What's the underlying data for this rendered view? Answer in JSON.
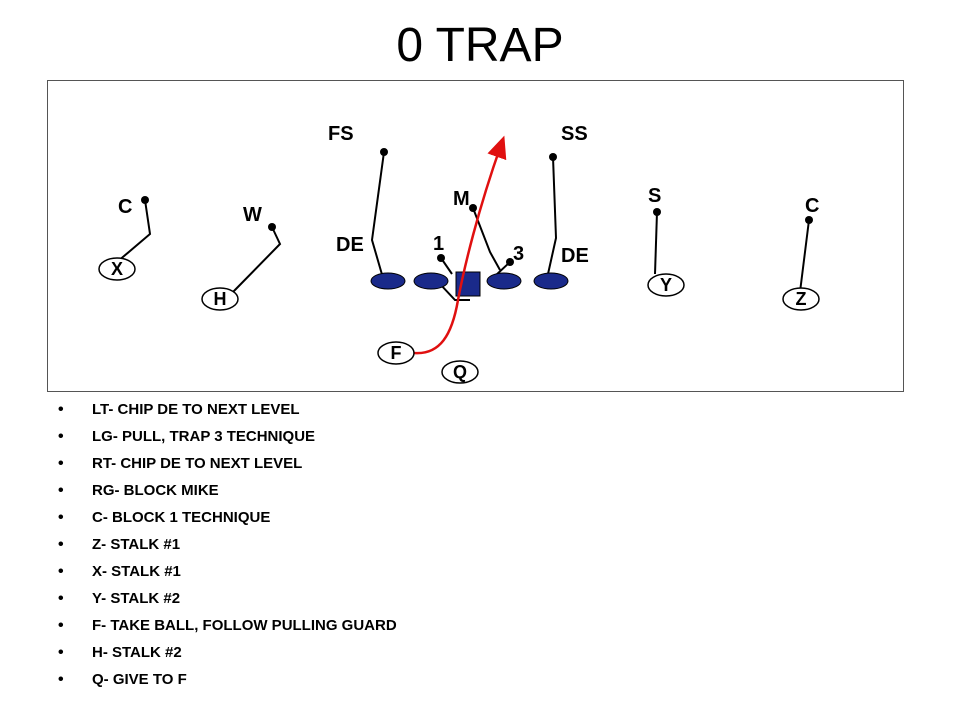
{
  "title": "0 TRAP",
  "defense": {
    "fs": "FS",
    "ss": "SS",
    "m": "M",
    "s": "S",
    "c_left": "C",
    "c_right": "C",
    "w": "W",
    "de_left": "DE",
    "de_right": "DE",
    "tech_1": "1",
    "tech_3": "3"
  },
  "offense": {
    "x": "X",
    "h": "H",
    "y": "Y",
    "z": "Z",
    "f": "F",
    "q": "Q"
  },
  "colors": {
    "lineman": "#1a2a8a",
    "ball_path": "#e01010",
    "route": "#000000"
  },
  "notes": [
    "LT- CHIP DE TO NEXT LEVEL",
    "LG- PULL, TRAP 3 TECHNIQUE",
    "RT- CHIP DE TO NEXT LEVEL",
    "RG- BLOCK MIKE",
    "C- BLOCK 1 TECHNIQUE",
    "Z- STALK #1",
    "X- STALK #1",
    "Y- STALK #2",
    "F- TAKE BALL, FOLLOW PULLING GUARD",
    "H- STALK #2",
    "Q- GIVE TO F"
  ]
}
